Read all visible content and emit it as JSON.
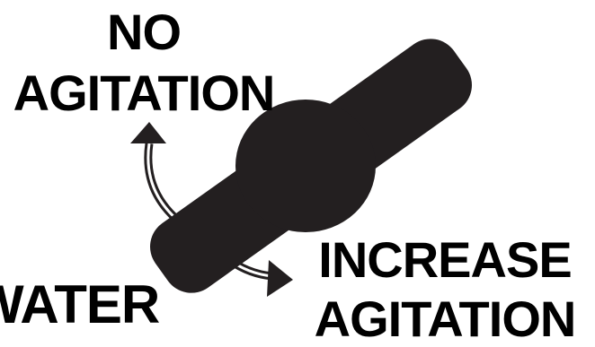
{
  "labels": {
    "no_agitation": [
      "NO",
      "AGITATION"
    ],
    "increase_agitation": [
      "INCREASE",
      "AGITATION"
    ],
    "water": "WATER"
  },
  "colors": {
    "ink": "#231f20",
    "background": "#ffffff"
  },
  "icons": {
    "valve_handle": "valve-handle-icon",
    "arrow_up": "arrow-up-icon",
    "arrow_right": "arrow-right-icon"
  }
}
